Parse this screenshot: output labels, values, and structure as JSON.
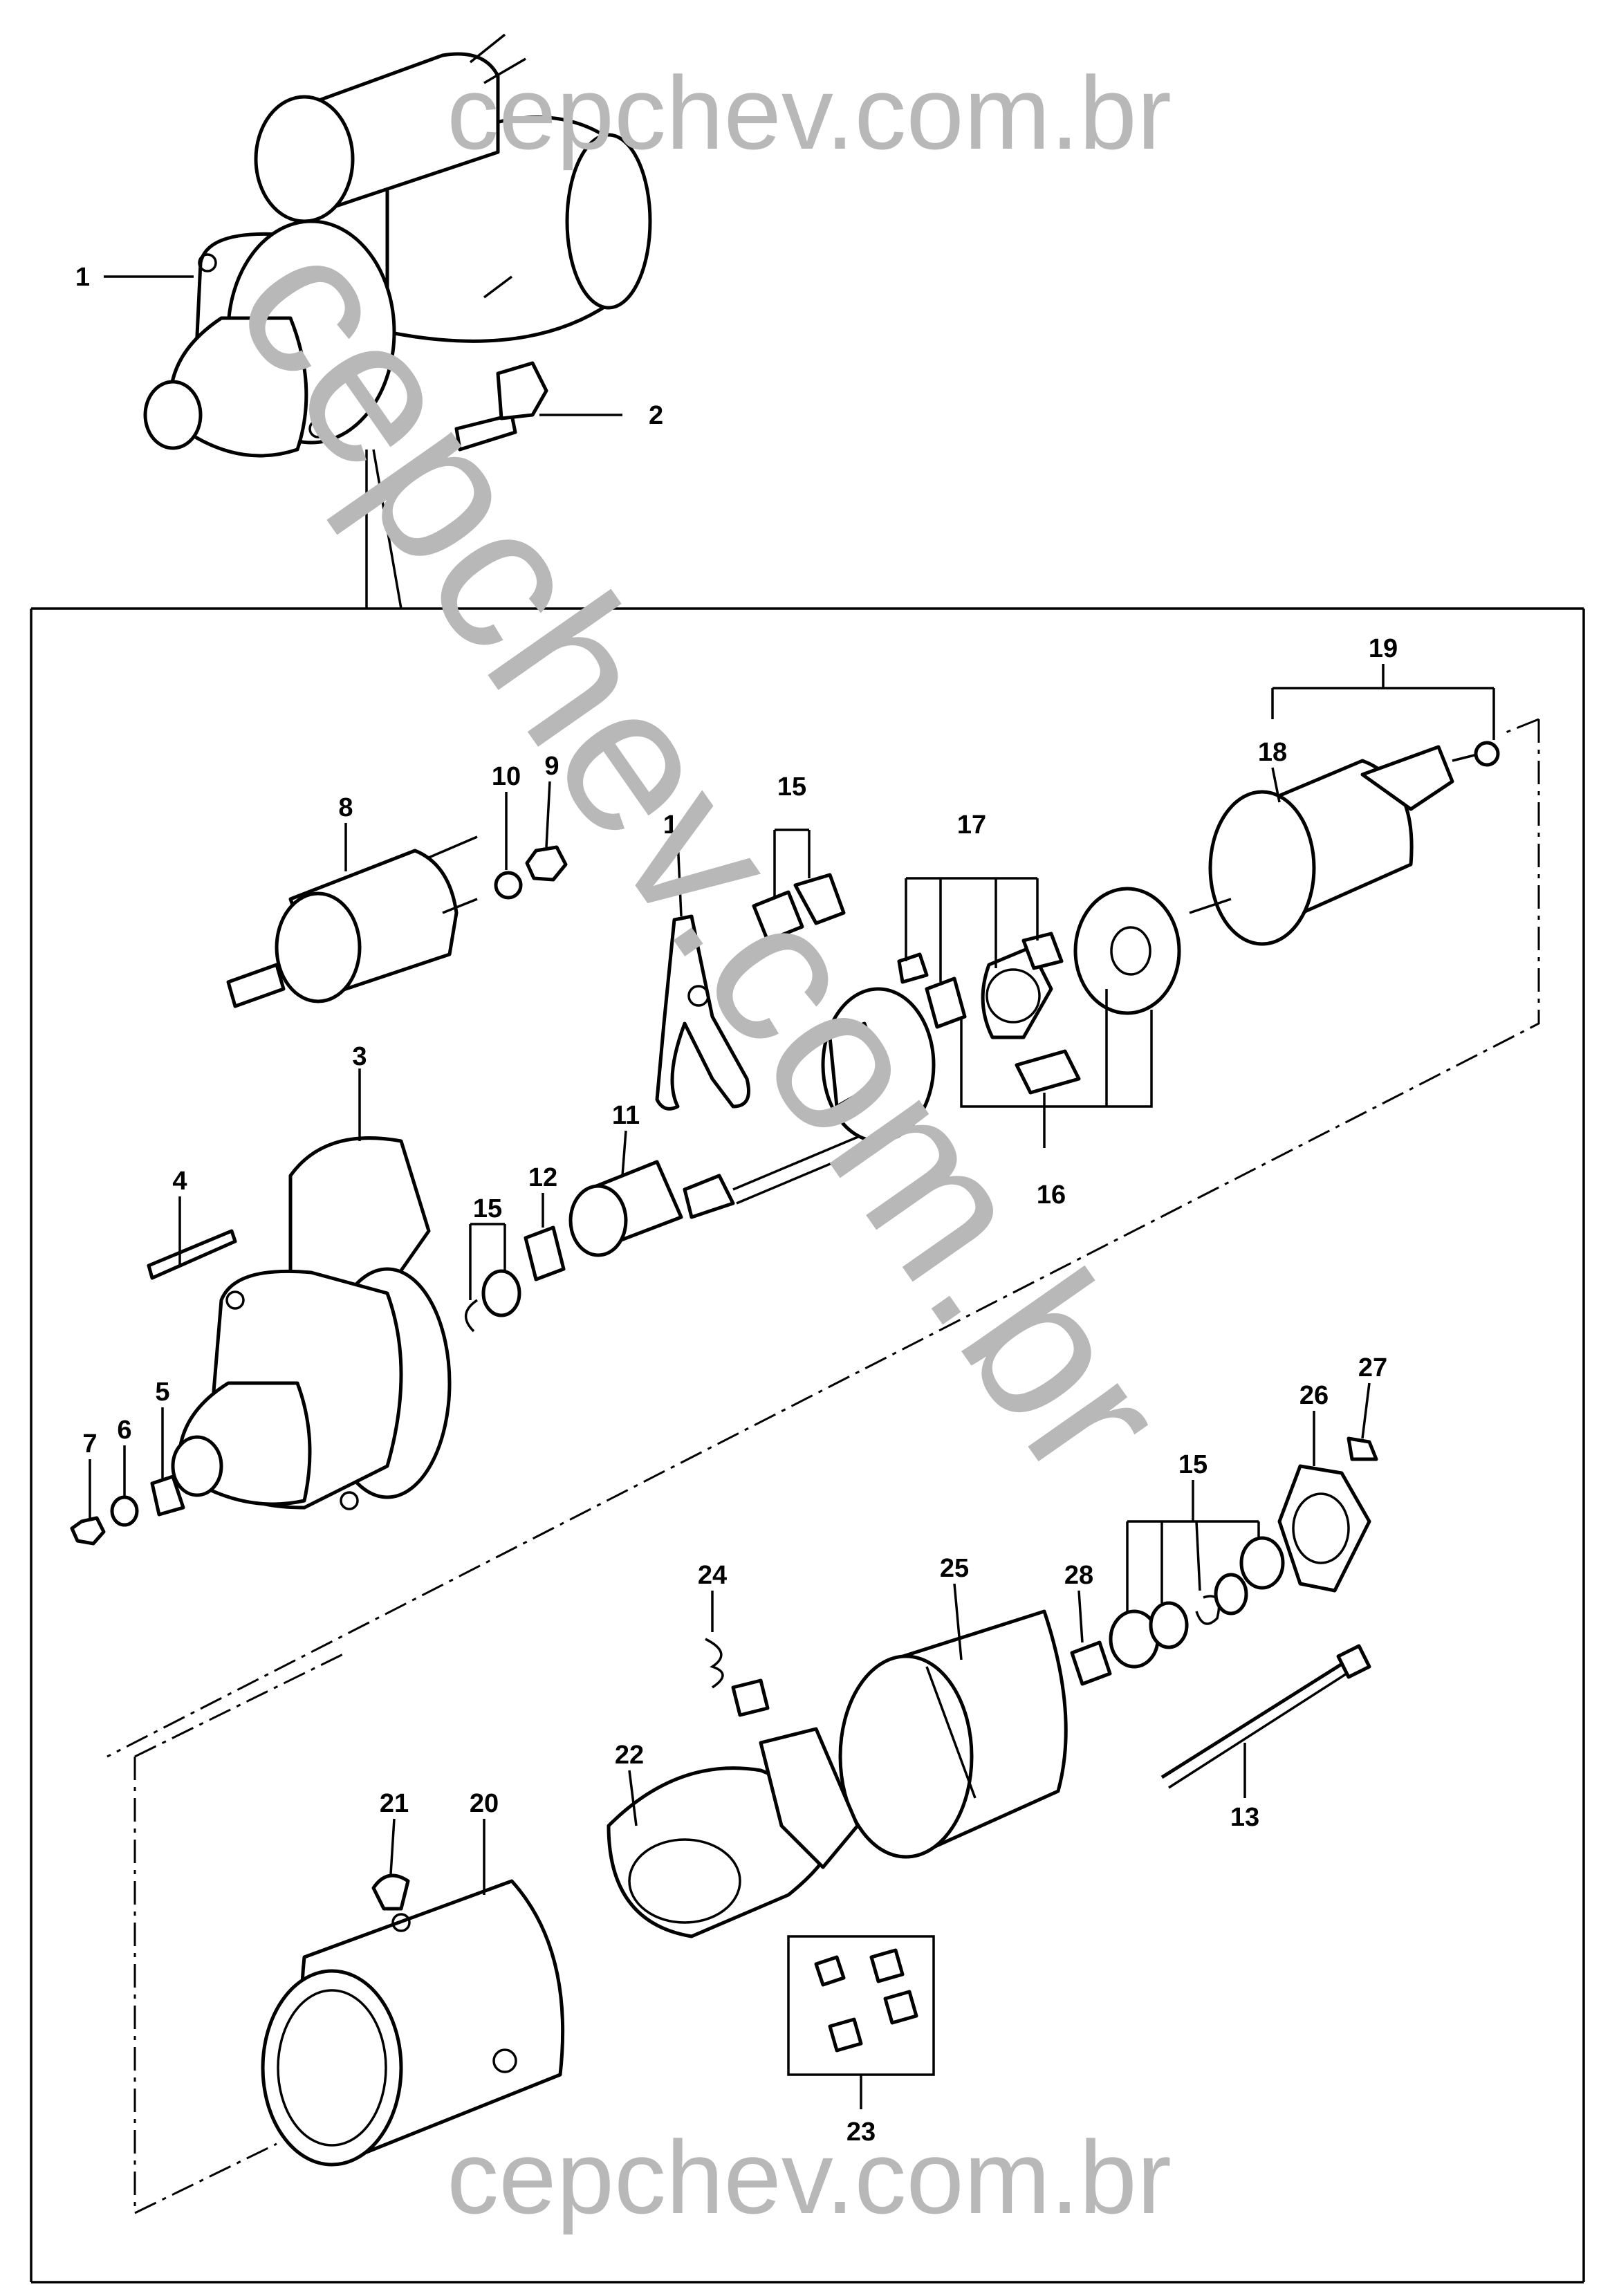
{
  "watermark": {
    "text_top": "cepchev.com.br",
    "text_diagonal": "cepchev.com.br",
    "text_bottom": "cepchev.com.br"
  },
  "callouts": {
    "p1": "1",
    "p2": "2",
    "p3": "3",
    "p4": "4",
    "p5": "5",
    "p6": "6",
    "p7": "7",
    "p8": "8",
    "p9": "9",
    "p10": "10",
    "p11": "11",
    "p12": "12",
    "p13": "13",
    "p14": "14",
    "p15a": "15",
    "p15b": "15",
    "p15c": "15",
    "p16": "16",
    "p17": "17",
    "p18": "18",
    "p19": "19",
    "p20": "20",
    "p21": "21",
    "p22": "22",
    "p23": "23",
    "p24": "24",
    "p25": "25",
    "p26": "26",
    "p27": "27",
    "p28": "28"
  }
}
